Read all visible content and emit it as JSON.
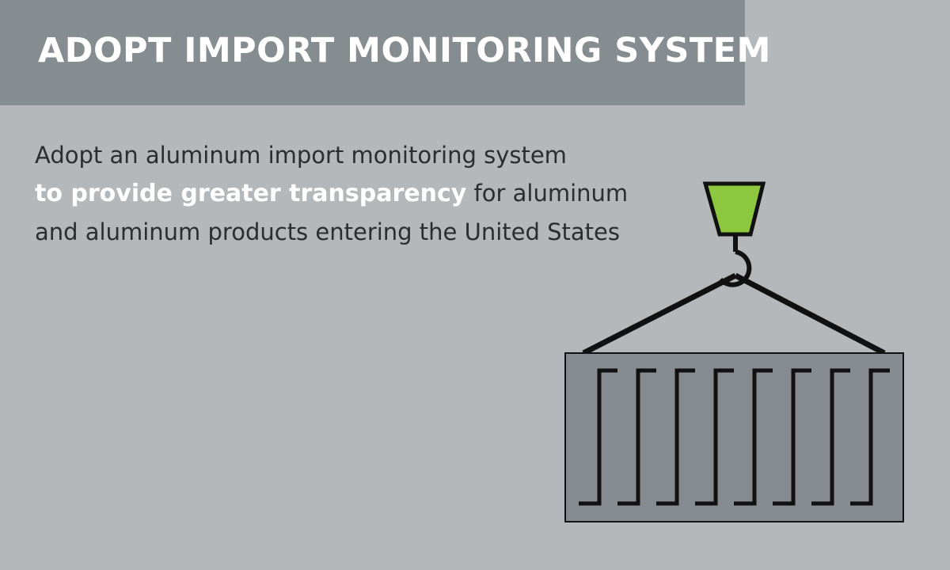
{
  "header": {
    "title": "ADOPT IMPORT MONITORING SYSTEM"
  },
  "body": {
    "line_part1": "Adopt an aluminum import monitoring system",
    "emphasis": "to provide greater transparency",
    "line_part2": " for aluminum and aluminum products entering the United States"
  },
  "illustration": {
    "subject": "crane-hook-lifting-shipping-container",
    "colors": {
      "background": "#b4b8ba",
      "header_bar": "#868d91",
      "container_fill": "#858b90",
      "hook_block": "#8dc63f",
      "lines": "#111111"
    }
  }
}
